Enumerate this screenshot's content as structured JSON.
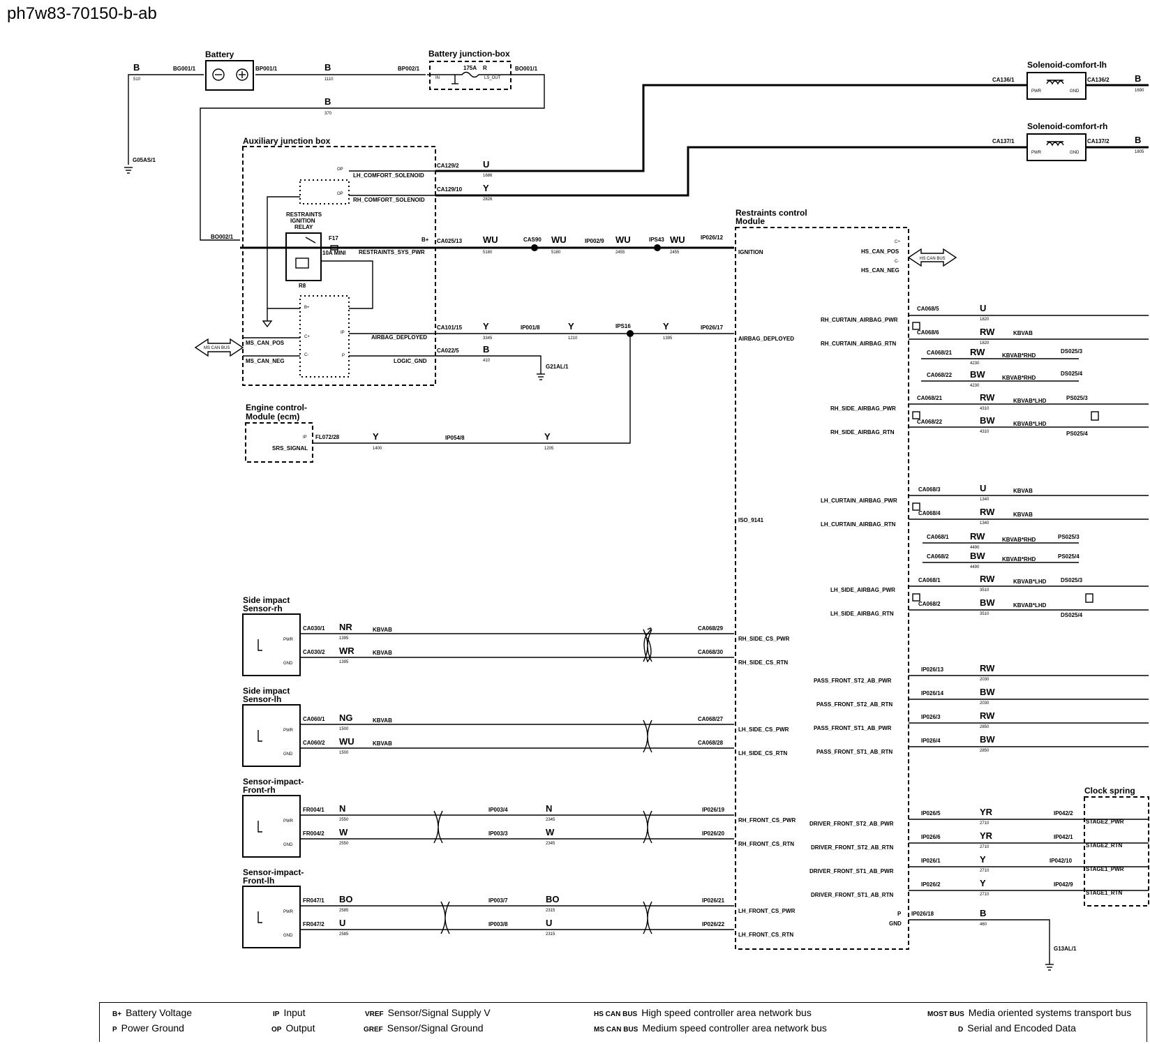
{
  "doc_id": "ph7w83-70150-b-ab",
  "components": {
    "battery": "Battery",
    "bjb": "Battery junction-box",
    "ajb": "Auxiliary junction box",
    "rcm": [
      "Restraints control",
      "Module"
    ],
    "ecm": [
      "Engine control-",
      "Module (ecm)"
    ],
    "sol_lh": "Solenoid-comfort-lh",
    "sol_rh": "Solenoid-comfort-rh",
    "relay": [
      "RESTRAINTS",
      "IGNITION",
      "RELAY"
    ],
    "relay_id": "R8",
    "fuse": "F17",
    "fuse_rating": "10A MINI",
    "bjb_fuse": "175A",
    "side_rh": [
      "Side impact",
      "Sensor-rh"
    ],
    "side_lh": [
      "Side impact",
      "Sensor-lh"
    ],
    "front_rh": [
      "Sensor-impact-",
      "Front-rh"
    ],
    "front_lh": [
      "Sensor-impact-",
      "Front-lh"
    ],
    "clock": "Clock spring"
  },
  "bus": {
    "ms": "MS CAN BUS",
    "hs": "HS CAN BUS"
  },
  "labels": {
    "bg001": "BG001/1",
    "bp001": "BP001/1",
    "bp002": "BP002/1",
    "bo001": "BO001/1",
    "g05": "G05AS/1",
    "b": "B",
    "w510": "510",
    "w1110": "1110",
    "w370": "370",
    "bjb_in": "IN",
    "bjb_out": "LS_OUT",
    "r": "R",
    "ca136_1": "CA136/1",
    "ca136_2": "CA136/2",
    "ca137_1": "CA137/1",
    "ca137_2": "CA137/2",
    "w1690": "1690",
    "w1805": "1805",
    "pwr": "PWR",
    "gnd": "GND",
    "ca129_2": "CA129/2",
    "ca129_10": "CA129/10",
    "u": "U",
    "y": "Y",
    "w1686": "1686",
    "w2826": "2826",
    "op1": "OP",
    "op2": "OP",
    "lh_comf": "LH_COMFORT_SOLENOID",
    "rh_comf": "RH_COMFORT_SOLENOID",
    "bo002": "BO002/1",
    "bplus": "B+",
    "ca025": "CA025/13",
    "rsp": "RESTRAINTS_SYS_PWR",
    "wu": "WU",
    "w5180": "5180",
    "cas90": "CAS90",
    "ip002": "IP002/9",
    "w2455": "2455",
    "ips43": "IPS43",
    "ip026_12": "IP026/12",
    "ignition": "IGNITION",
    "bplus2": "B+",
    "cplus": "C+",
    "cminus": "C-",
    "ip": "IP",
    "p": "P",
    "ms_pos": "MS_CAN_POS",
    "ms_neg": "MS_CAN_NEG",
    "ca101": "CA101/15",
    "ab_dep": "AIRBAG_DEPLOYED",
    "w3345": "3345",
    "ip001": "IP001/8",
    "w1210": "1210",
    "ips16": "IPS16",
    "w1395": "1395",
    "ip026_17": "IP026/17",
    "ab_dep2": "AIRBAG_DEPLOYED",
    "ca022": "CA022/5",
    "logic_gnd": "LOGIC_GND",
    "w410": "410",
    "g21": "G21AL/1",
    "ip_ecm": "IP",
    "srs": "SRS_SIGNAL",
    "fl072": "FL072/28",
    "w1400": "1400",
    "ip054": "IP054/8",
    "w1205": "1205",
    "hs_cplus": "C+",
    "hs_pos": "HS_CAN_POS",
    "hs_cminus": "C-",
    "hs_neg": "HS_CAN_NEG",
    "iso": "ISO_9141",
    "kbvab": "KBVAB",
    "kbvab_rhd": "KBVAB*RHD",
    "kbvab_lhd": "KBVAB*LHD",
    "rh_cur_pwr": "RH_CURTAIN_AIRBAG_PWR",
    "rh_cur_rtn": "RH_CURTAIN_AIRBAG_RTN",
    "rh_side_pwr": "RH_SIDE_AIRBAG_PWR",
    "rh_side_rtn": "RH_SIDE_AIRBAG_RTN",
    "lh_cur_pwr": "LH_CURTAIN_AIRBAG_PWR",
    "lh_cur_rtn": "LH_CURTAIN_AIRBAG_RTN",
    "lh_side_pwr": "LH_SIDE_AIRBAG_PWR",
    "lh_side_rtn": "LH_SIDE_AIRBAG_RTN",
    "ca068_5": "CA068/5",
    "ca068_6": "CA068/6",
    "ca068_21": "CA068/21",
    "ca068_22": "CA068/22",
    "ca068_3": "CA068/3",
    "ca068_4": "CA068/4",
    "ca068_1": "CA068/1",
    "ca068_2": "CA068/2",
    "ca068_29": "CA068/29",
    "ca068_30": "CA068/30",
    "ca068_27": "CA068/27",
    "ca068_28": "CA068/28",
    "ds025_3": "DS025/3",
    "ds025_4": "DS025/4",
    "ps025_3": "PS025/3",
    "ps025_4": "PS025/4",
    "rw": "RW",
    "bw": "BW",
    "w1820": "1820",
    "w4230": "4230",
    "w4310": "4310",
    "w1340": "1340",
    "w4490": "4490",
    "w3510": "3510",
    "pass_st2_pwr": "PASS_FRONT_ST2_AB_PWR",
    "pass_st2_rtn": "PASS_FRONT_ST2_AB_RTN",
    "pass_st1_pwr": "PASS_FRONT_ST1_AB_PWR",
    "pass_st1_rtn": "PASS_FRONT_ST1_AB_RTN",
    "ip026_13": "IP026/13",
    "ip026_14": "IP026/14",
    "ip026_3": "IP026/3",
    "ip026_4": "IP026/4",
    "w2030": "2030",
    "w2850": "2850",
    "drv_st2_pwr": "DRIVER_FRONT_ST2_AB_PWR",
    "drv_st2_rtn": "DRIVER_FRONT_ST2_AB_RTN",
    "drv_st1_pwr": "DRIVER_FRONT_ST1_AB_PWR",
    "drv_st1_rtn": "DRIVER_FRONT_ST1_AB_RTN",
    "ip026_5": "IP026/5",
    "ip026_6": "IP026/6",
    "ip026_1": "IP026/1",
    "ip026_2": "IP026/2",
    "yr": "YR",
    "w2710": "2710",
    "ip042_2": "IP042/2",
    "ip042_1": "IP042/1",
    "ip042_10": "IP042/10",
    "ip042_9": "IP042/9",
    "st2_pwr": "STAGE2_PWR",
    "st2_rtn": "STAGE2_RTN",
    "st1_pwr": "STAGE1_PWR",
    "st1_rtn": "STAGE1_RTN",
    "p_gnd": "P",
    "gnd_pin": "GND",
    "ip026_18": "IP026/18",
    "w460": "460",
    "g13": "G13AL/1",
    "ca030_1": "CA030/1",
    "ca030_2": "CA030/2",
    "nr": "NR",
    "wr": "WR",
    "rh_side_cs_pwr": "RH_SIDE_CS_PWR",
    "rh_side_cs_rtn": "RH_SIDE_CS_RTN",
    "ca060_1": "CA060/1",
    "ca060_2": "CA060/2",
    "ng": "NG",
    "w1500": "1500",
    "lh_side_cs_pwr": "LH_SIDE_CS_PWR",
    "lh_side_cs_rtn": "LH_SIDE_CS_RTN",
    "fr004_1": "FR004/1",
    "fr004_2": "FR004/2",
    "n": "N",
    "w": "W",
    "w2550": "2550",
    "ip003_4": "IP003/4",
    "ip003_3": "IP003/3",
    "w2345": "2345",
    "ip026_19": "IP026/19",
    "ip026_20": "IP026/20",
    "rh_front_pwr": "RH_FRONT_CS_PWR",
    "rh_front_rtn": "RH_FRONT_CS_RTN",
    "fr047_1": "FR047/1",
    "fr047_2": "FR047/2",
    "bo": "BO",
    "w2585": "2585",
    "ip003_7": "IP003/7",
    "ip003_8": "IP003/8",
    "w2315": "2315",
    "ip026_21": "IP026/21",
    "ip026_22": "IP026/22",
    "lh_front_pwr": "LH_FRONT_CS_PWR",
    "lh_front_rtn": "LH_FRONT_CS_RTN"
  },
  "legend": [
    {
      "abbr": "B+",
      "text": "Battery Voltage"
    },
    {
      "abbr": "P",
      "text": "Power Ground"
    },
    {
      "abbr": "IP",
      "text": "Input"
    },
    {
      "abbr": "OP",
      "text": "Output"
    },
    {
      "abbr": "VREF",
      "text": "Sensor/Signal Supply V"
    },
    {
      "abbr": "GREF",
      "text": "Sensor/Signal Ground"
    },
    {
      "abbr": "HS CAN BUS",
      "text": "High speed controller area network bus"
    },
    {
      "abbr": "MS CAN BUS",
      "text": "Medium speed controller area network bus"
    },
    {
      "abbr": "MOST BUS",
      "text": "Media oriented systems transport bus"
    },
    {
      "abbr": "D",
      "text": "Serial and Encoded Data"
    }
  ]
}
